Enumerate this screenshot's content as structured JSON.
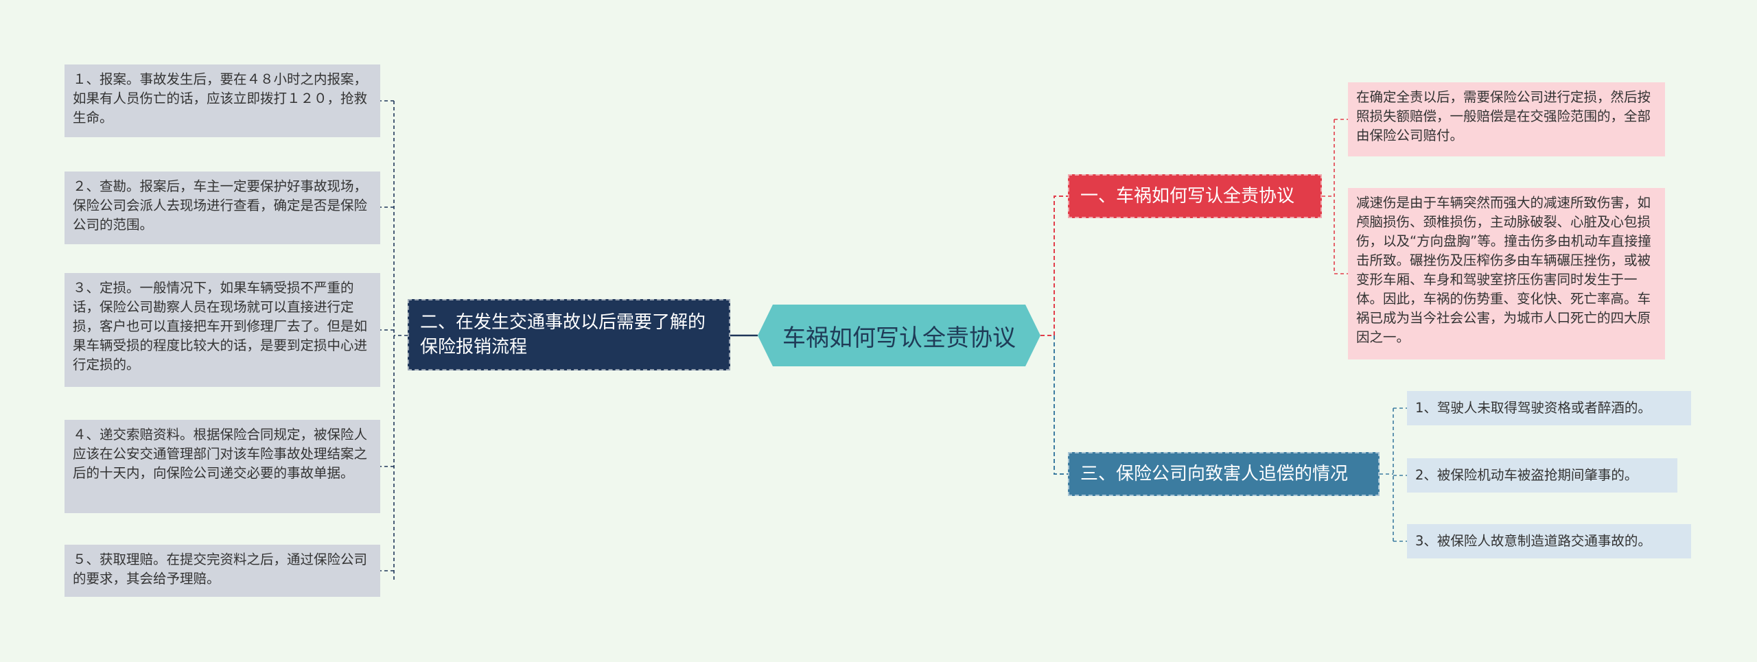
{
  "root": {
    "title": "车祸如何写认全责协议"
  },
  "branches": {
    "left": {
      "label": "二、在发生交通事故以后需要了解的保险报销流程"
    },
    "right1": {
      "label": "一、车祸如何写认全责协议"
    },
    "right3": {
      "label": "三、保险公司向致害人追偿的情况"
    }
  },
  "left_leaves": [
    {
      "text": "１、报案。事故发生后，要在４８小时之内报案，如果有人员伤亡的话，应该立即拨打１２０，抢救生命。"
    },
    {
      "text": "２、查勘。报案后，车主一定要保护好事故现场，保险公司会派人去现场进行查看，确定是否是保险公司的范围。"
    },
    {
      "text": "３、定损。一般情况下，如果车辆受损不严重的话，保险公司勘察人员在现场就可以直接进行定损，客户也可以直接把车开到修理厂去了。但是如果车辆受损的程度比较大的话，是要到定损中心进行定损的。"
    },
    {
      "text": "４、递交索赔资料。根据保险合同规定，被保险人应该在公安交通管理部门对该车险事故处理结案之后的十天内，向保险公司递交必要的事故单据。"
    },
    {
      "text": "５、获取理赔。在提交完资料之后，通过保险公司的要求，其会给予理赔。"
    }
  ],
  "right1_leaves": [
    {
      "text": "在确定全责以后，需要保险公司进行定损，然后按照损失额赔偿，一般赔偿是在交强险范围的，全部由保险公司赔付。"
    },
    {
      "text": "减速伤是由于车辆突然而强大的减速所致伤害，如颅脑损伤、颈椎损伤，主动脉破裂、心脏及心包损伤，以及“方向盘胸”等。撞击伤多由机动车直接撞击所致。碾挫伤及压榨伤多由车辆碾压挫伤，或被变形车厢、车身和驾驶室挤压伤害同时发生于一体。因此，车祸的伤势重、变化快、死亡率高。车祸已成为当今社会公害，为城市人口死亡的四大原因之一。"
    }
  ],
  "right3_leaves": [
    {
      "text": "1、驾驶人未取得驾驶资格或者醉酒的。"
    },
    {
      "text": "2、被保险机动车被盗抢期间肇事的。"
    },
    {
      "text": "3、被保险人故意制造道路交通事故的。"
    }
  ],
  "colors": {
    "background": "#f0f8ee",
    "root": "#62c6c6",
    "left_branch": "#1e3558",
    "right1_branch": "#e23c49",
    "right3_branch": "#3c7ca0",
    "gray_leaf": "#d1d5dd",
    "pink_leaf": "#fbd5d9",
    "blue_leaf": "#d8e5ef"
  }
}
